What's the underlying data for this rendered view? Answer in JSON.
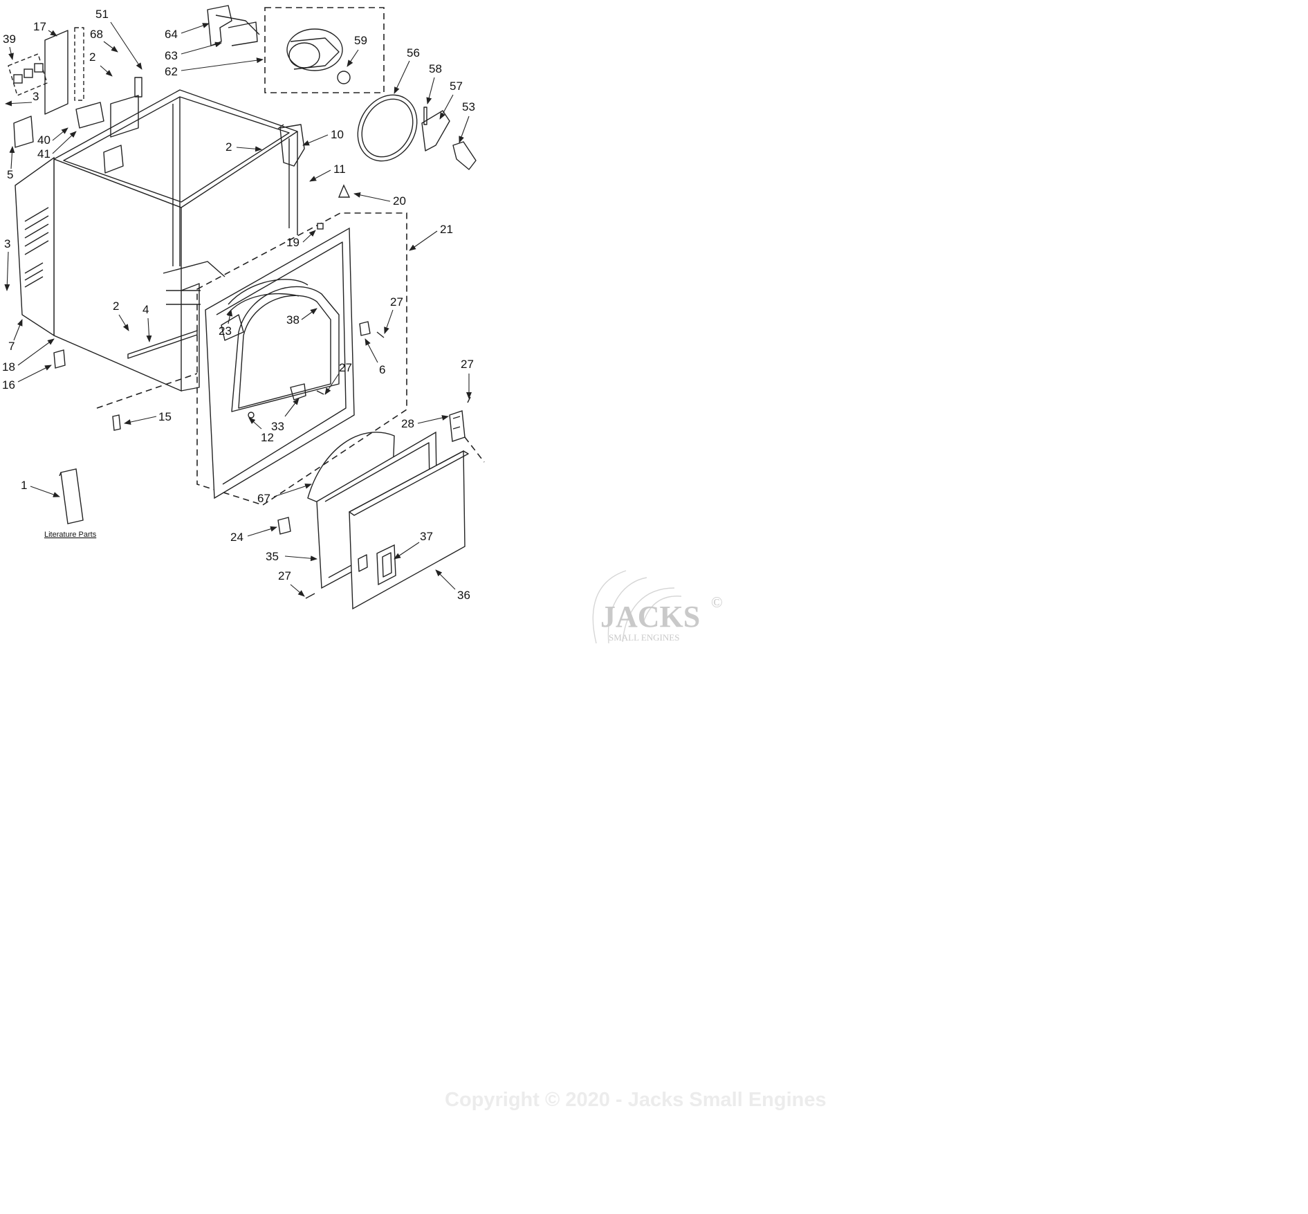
{
  "callouts": [
    "39",
    "17",
    "51",
    "68",
    "2",
    "3",
    "40",
    "41",
    "5",
    "3",
    "7",
    "18",
    "16",
    "64",
    "63",
    "62",
    "59",
    "56",
    "58",
    "57",
    "53",
    "10",
    "2",
    "11",
    "20",
    "21",
    "19",
    "27",
    "38",
    "23",
    "2",
    "4",
    "6",
    "27",
    "33",
    "12",
    "15",
    "27",
    "28",
    "1",
    "67",
    "24",
    "35",
    "27",
    "37",
    "36"
  ],
  "literature_label": "Literature Parts",
  "watermark": {
    "brand": "JACKS",
    "copyright_mark": "©",
    "subtitle": "SMALL ENGINES"
  },
  "copyright": "Copyright © 2020 - Jacks Small Engines"
}
